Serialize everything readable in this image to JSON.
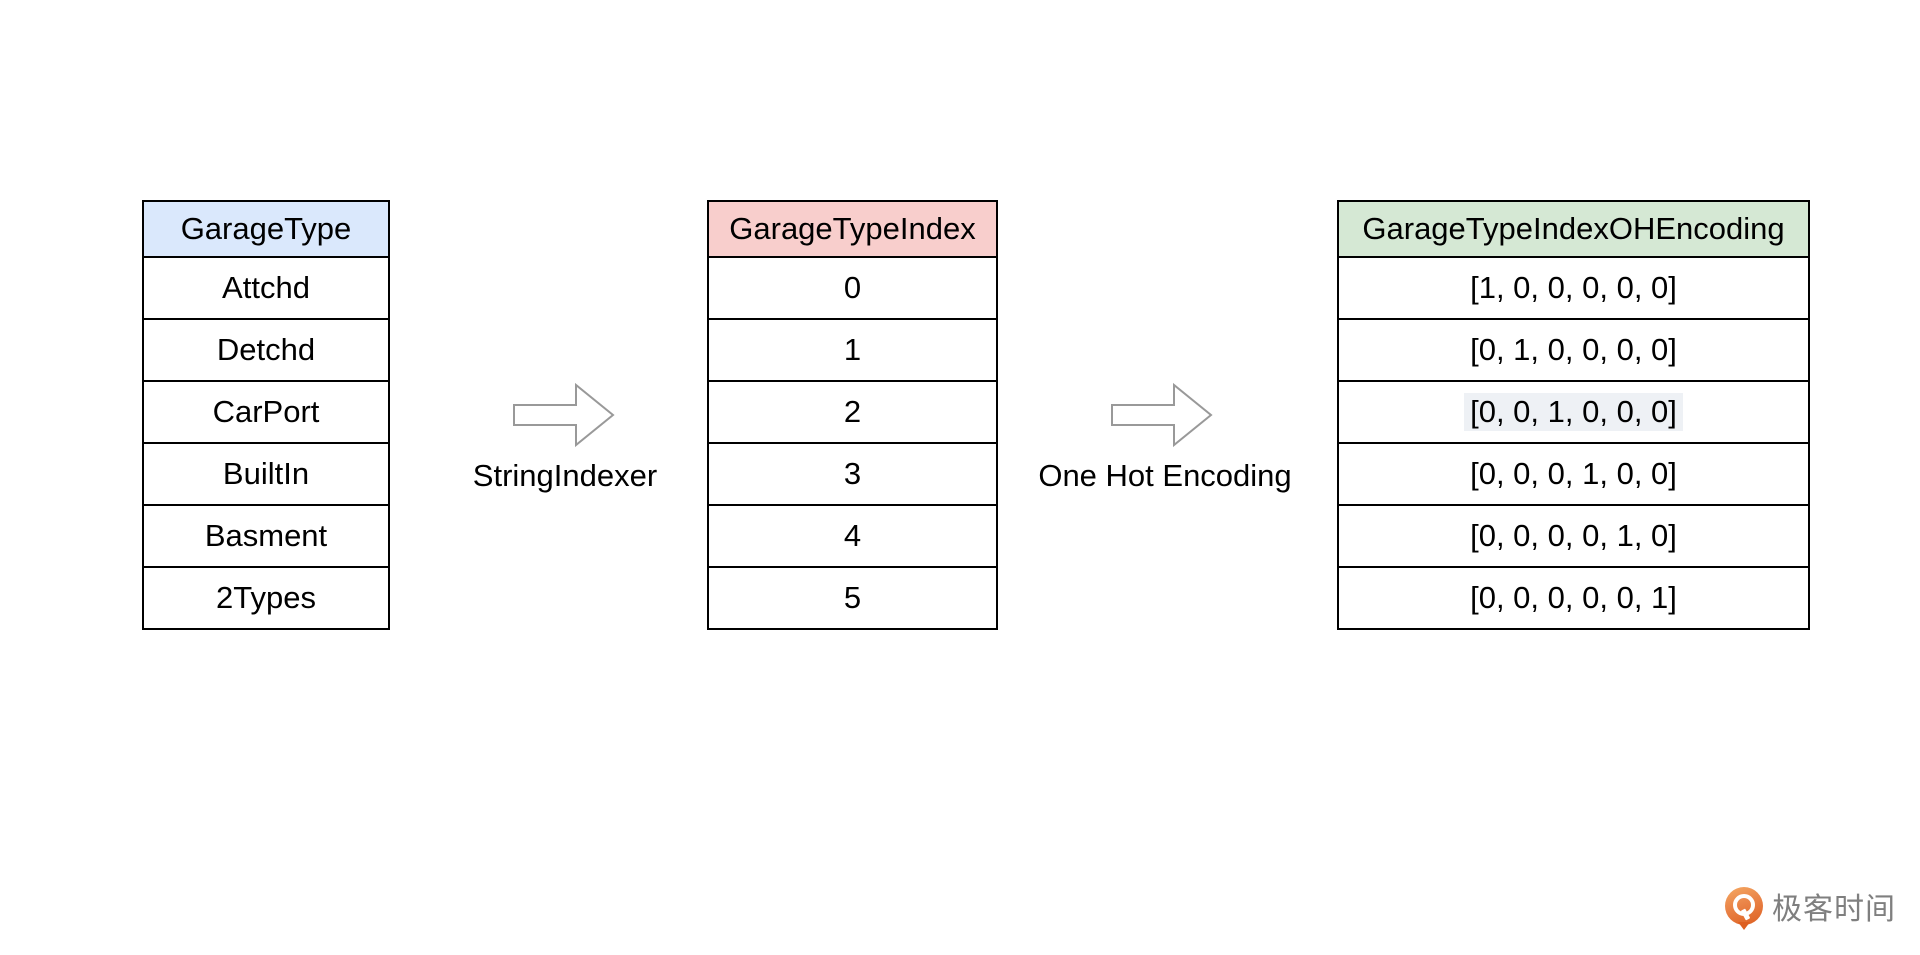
{
  "diagram": {
    "tables": [
      {
        "header": "GarageType",
        "header_fill": "#dae8fc",
        "header_stroke": "#6c8ebf",
        "rows": [
          "Attchd",
          "Detchd",
          "CarPort",
          "BuiltIn",
          "Basment",
          "2Types"
        ]
      },
      {
        "header": "GarageTypeIndex",
        "header_fill": "#f8cecc",
        "header_stroke": "#b85450",
        "rows": [
          "0",
          "1",
          "2",
          "3",
          "4",
          "5"
        ]
      },
      {
        "header": "GarageTypeIndexOHEncoding",
        "header_fill": "#d5e8d4",
        "header_stroke": "#82b366",
        "rows": [
          "[1, 0, 0, 0, 0, 0]",
          "[0, 1, 0, 0, 0, 0]",
          "[0, 0, 1, 0, 0, 0]",
          "[0, 0, 0, 1, 0, 0]",
          "[0, 0, 0, 0, 1, 0]",
          "[0, 0, 0, 0, 0, 1]"
        ],
        "highlighted_row": "[0, 0, 1, 0, 0, 0]",
        "highlight_color": "#eef1f5"
      }
    ],
    "transforms": [
      {
        "label": "StringIndexer"
      },
      {
        "label": "One Hot Encoding"
      }
    ],
    "arrow_stroke": "#999999",
    "arrow_fill": "#ffffff",
    "cell_border_color": "#000000",
    "text_color": "#000000"
  },
  "watermark": {
    "text": "极客时间",
    "text_color": "#7f7f7f",
    "icon": "geektime-logo",
    "icon_color_top": "#f5a963",
    "icon_color_bottom": "#dd5f21"
  }
}
